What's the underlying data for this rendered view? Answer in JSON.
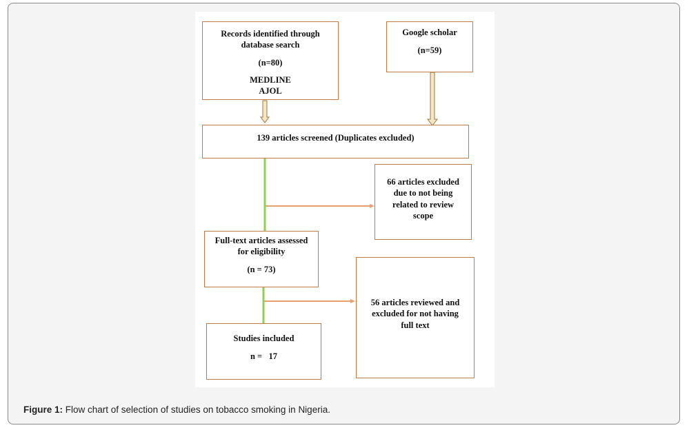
{
  "flowchart": {
    "records_box": {
      "title_line1": "Records identified through",
      "title_line2": "database search",
      "count": "(n=80)",
      "db1": "MEDLINE",
      "db2": "AJOL"
    },
    "scholar_box": {
      "title": "Google scholar",
      "count": "(n=59)"
    },
    "screened_box": {
      "text": "139 articles screened (Duplicates excluded)"
    },
    "excluded1_box": {
      "line1": "66 articles excluded",
      "line2": "due to not being",
      "line3": "related to review",
      "line4": "scope"
    },
    "fulltext_box": {
      "line1": "Full-text articles assessed",
      "line2": "for eligibility",
      "count": "(n = 73)"
    },
    "excluded2_box": {
      "line1": "56 articles reviewed and",
      "line2": "excluded for not having",
      "line3": "full text"
    },
    "included_box": {
      "title": "Studies included",
      "count": "n =   17"
    }
  },
  "caption": {
    "label": "Figure 1:",
    "text": " Flow chart of selection of studies on tobacco smoking in Nigeria."
  },
  "colors": {
    "box_border": "#c07a45",
    "green_line": "#92d050",
    "orange_arrow": "#e8a070",
    "block_arrow_fill": "#f5e6c8",
    "block_arrow_stroke": "#9c7a3c"
  }
}
